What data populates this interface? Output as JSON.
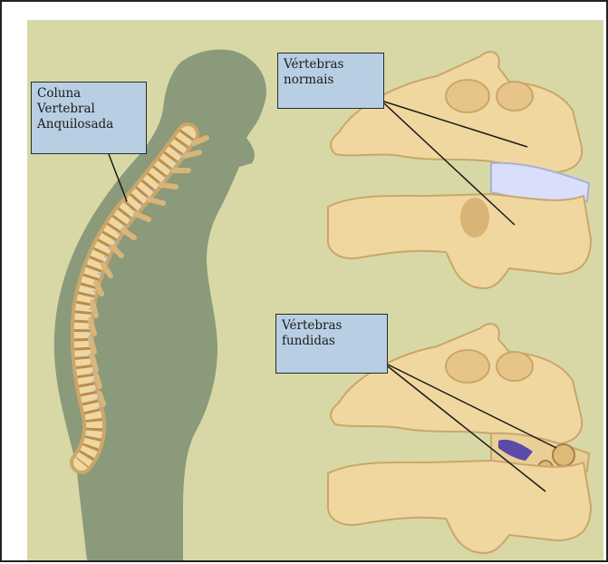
{
  "labels": {
    "spine": "Coluna\nVertebral\nAnquilosada",
    "normal": "Vértebras\nnormais",
    "fused": "Vértebras\nfundidas"
  },
  "colors": {
    "background": "#d8d8a6",
    "silhouette": "#8a9a7a",
    "bone": "#f0d7a0",
    "bone_shadow": "#caa66a",
    "disc": "#d9defa",
    "label_fill": "#b8cfe3"
  }
}
